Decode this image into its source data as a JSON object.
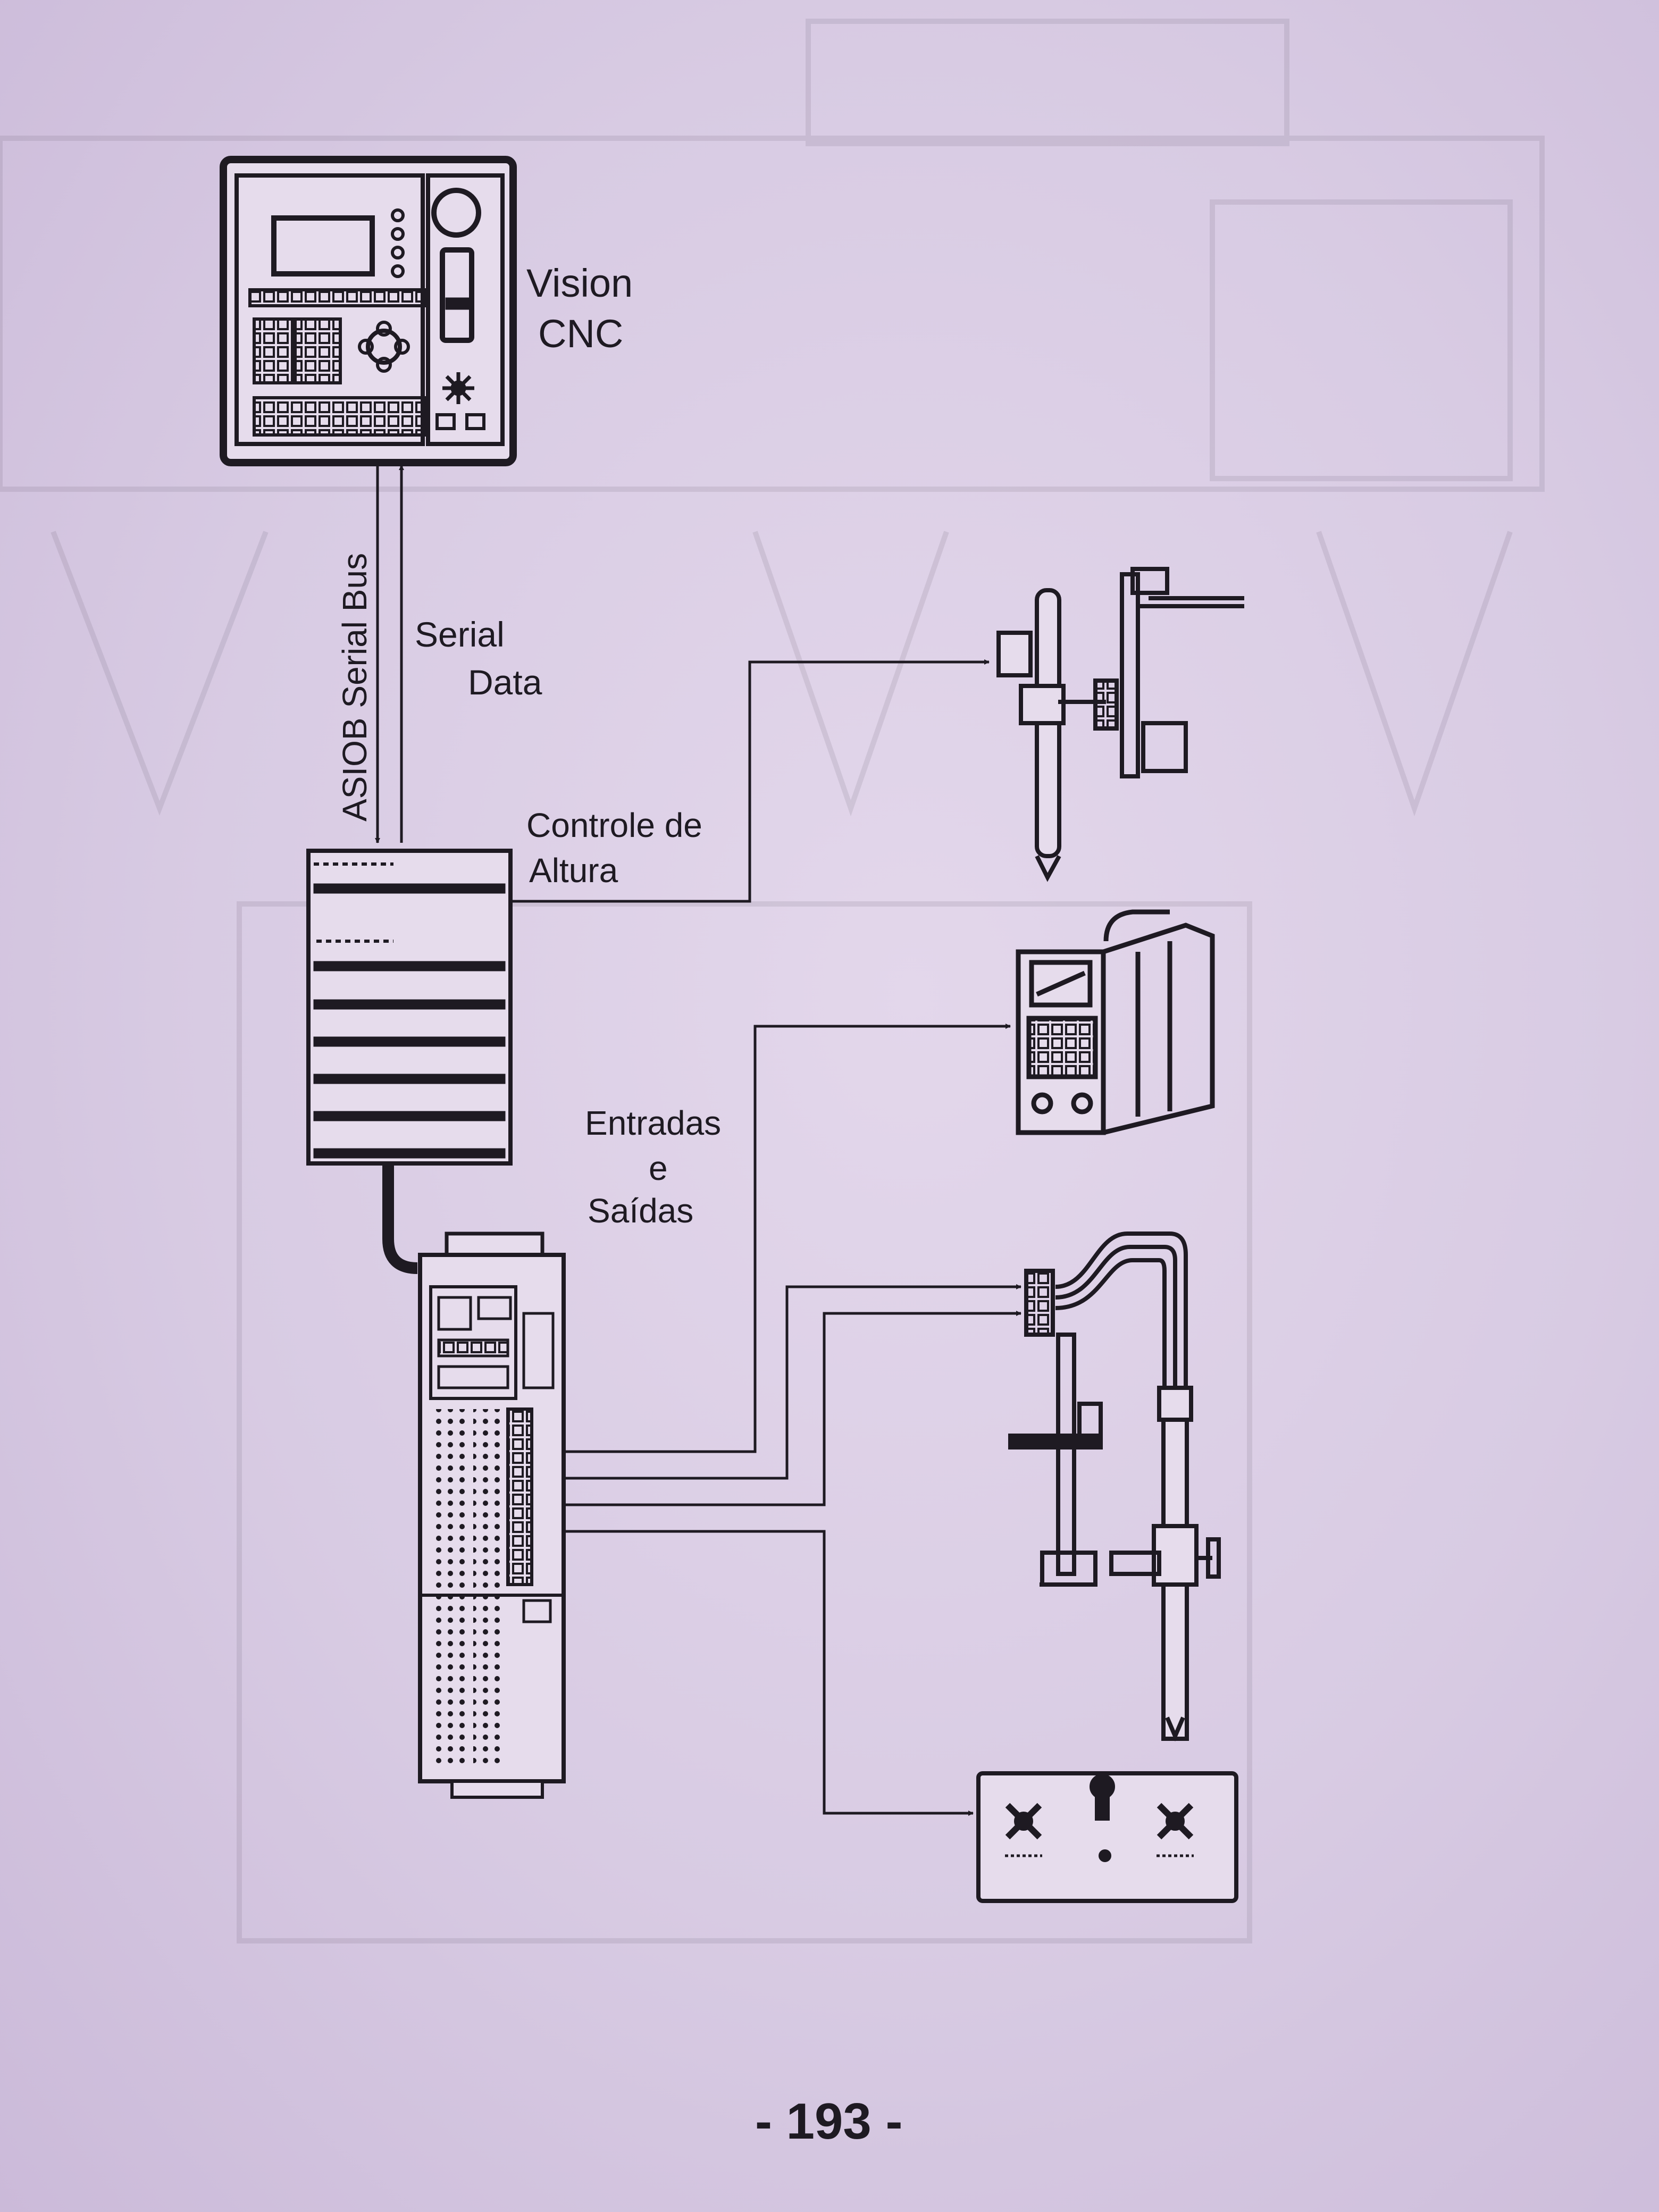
{
  "labels": {
    "vision": "Vision",
    "cnc": "CNC",
    "asiob_bus": "ASIOB Serial Bus",
    "serial_data_line1": "Serial",
    "serial_data_line2": "Data",
    "controle_line1": "Controle de",
    "controle_line2": "Altura",
    "entradas_line1": "Entradas",
    "entradas_line2": "e",
    "entradas_line3": "Saídas"
  },
  "page_number": "- 193 -",
  "colors": {
    "paper": "#dccfe6",
    "ink": "#1e1a22"
  }
}
